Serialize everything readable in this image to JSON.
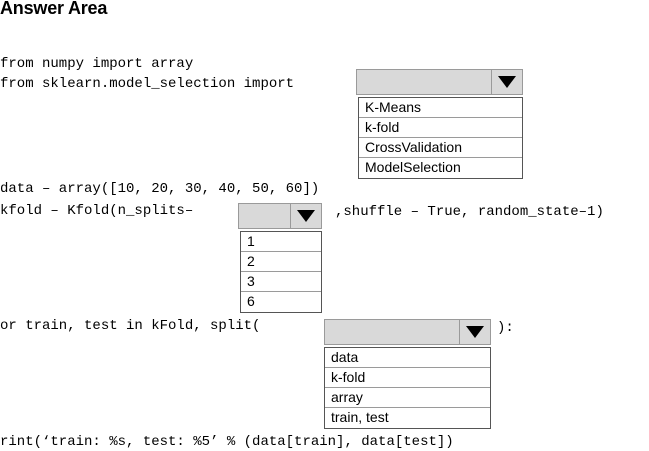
{
  "title": "Answer Area",
  "code": {
    "line1": "from numpy import array",
    "line2": "from sklearn.model_selection import",
    "line3": "data – array([10, 20, 30, 40, 50, 60])",
    "line4a": "kfold – Kfold(n_splits–",
    "line4b": ",shuffle – True, random_state–1)",
    "line5a": "or train, test in kFold, split(",
    "line5b": "):",
    "line6": "rint(‘train: %s, test: %5’ % (data[train], data[test])"
  },
  "dropdown1": {
    "options": [
      "K-Means",
      "k-fold",
      "CrossValidation",
      "ModelSelection"
    ]
  },
  "dropdown2": {
    "options": [
      "1",
      "2",
      "3",
      "6"
    ]
  },
  "dropdown3": {
    "options": [
      "data",
      "k-fold",
      "array",
      "train, test"
    ]
  },
  "icons": {
    "dropdown_arrow": "triangle-down-icon"
  }
}
